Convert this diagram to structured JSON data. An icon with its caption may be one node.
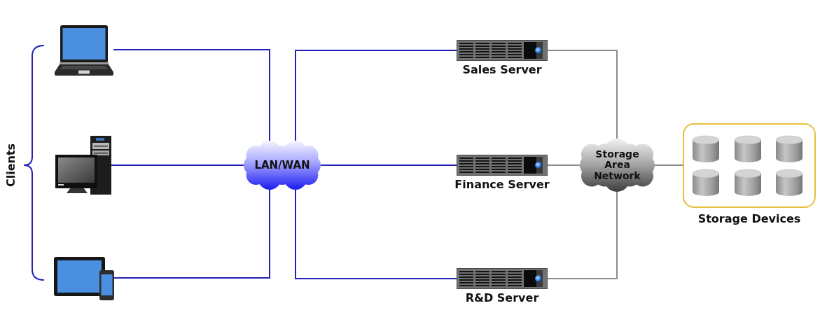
{
  "diagram": {
    "nodes": [
      {
        "text": [],
        "shape": "picture"
      },
      {
        "text": [],
        "shape": "picture"
      },
      {
        "text": [],
        "shape": "picture"
      },
      {
        "text": [
          "LAN/WAN"
        ]
      },
      {
        "text": [
          "Sales Server"
        ]
      },
      {
        "text": [
          "Finance Server"
        ]
      },
      {
        "text": [
          "R&D Server"
        ]
      },
      {
        "text": [
          "Storage Area Network"
        ]
      },
      {
        "text": [
          "Storage Devices"
        ]
      }
    ],
    "edges": [
      {
        "from": 0,
        "to": 3,
        "arrow": "none"
      },
      {
        "from": 1,
        "to": 3,
        "arrow": "none"
      },
      {
        "from": 2,
        "to": 3,
        "arrow": "none"
      },
      {
        "from": 3,
        "to": 4,
        "arrow": "none"
      },
      {
        "from": 3,
        "to": 5,
        "arrow": "none"
      },
      {
        "from": 3,
        "to": 6,
        "arrow": "none"
      },
      {
        "from": 4,
        "to": 7,
        "arrow": "none",
        "color": "#8c8c8c"
      },
      {
        "from": 5,
        "to": 7,
        "arrow": "none",
        "color": "#8c8c8c"
      },
      {
        "from": 6,
        "to": 7,
        "arrow": "none",
        "color": "#8c8c8c"
      },
      {
        "from": 7,
        "to": 8,
        "arrow": "none",
        "color": "#8c8c8c"
      }
    ],
    "labels": [
      "Clients"
    ]
  }
}
